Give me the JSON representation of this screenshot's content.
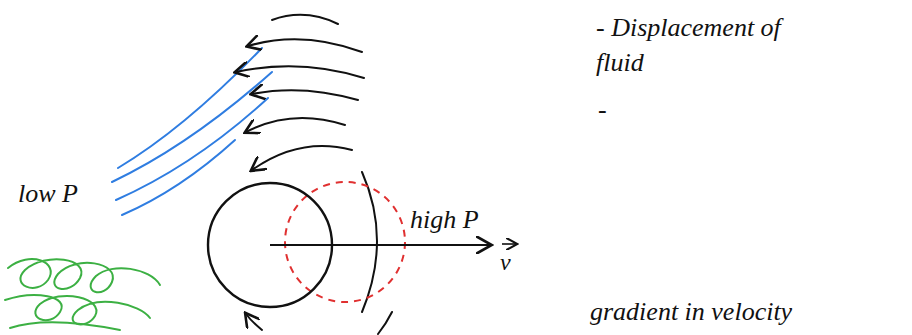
{
  "diagram": {
    "labels": [
      "- Displacement of fluid",
      "-",
      "low P",
      "high P",
      "v",
      "gradient in velocity"
    ]
  }
}
